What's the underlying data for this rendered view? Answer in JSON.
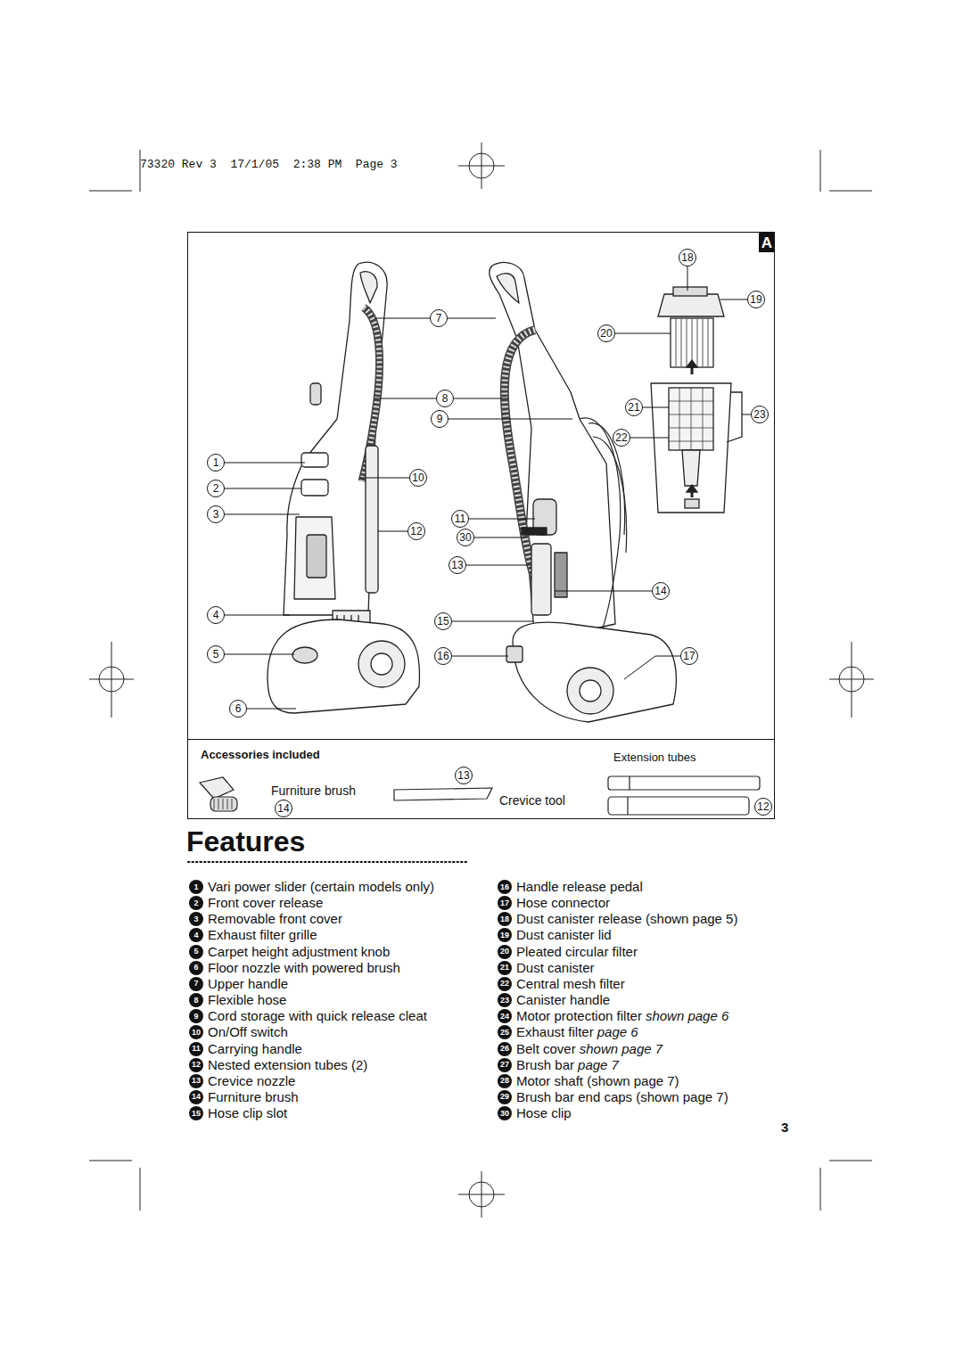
{
  "diagram": {
    "title": "Features",
    "nodes": [
      {
        "text": [
          "A"
        ]
      },
      {
        "text": [
          "18"
        ]
      },
      {
        "text": [
          "19"
        ]
      },
      {
        "text": [
          "7"
        ]
      },
      {
        "text": [
          "20"
        ]
      },
      {
        "text": [
          "8"
        ]
      },
      {
        "text": [
          "21"
        ]
      },
      {
        "text": [
          "23"
        ]
      },
      {
        "text": [
          "9"
        ]
      },
      {
        "text": [
          "22"
        ]
      },
      {
        "text": [
          "1"
        ]
      },
      {
        "text": [
          "10"
        ]
      },
      {
        "text": [
          "2"
        ]
      },
      {
        "text": [
          "3"
        ]
      },
      {
        "text": [
          "11"
        ]
      },
      {
        "text": [
          "12"
        ]
      },
      {
        "text": [
          "30"
        ]
      },
      {
        "text": [
          "13"
        ]
      },
      {
        "text": [
          "14"
        ]
      },
      {
        "text": [
          "4"
        ]
      },
      {
        "text": [
          "15"
        ]
      },
      {
        "text": [
          "5"
        ]
      },
      {
        "text": [
          "16"
        ]
      },
      {
        "text": [
          "17"
        ]
      },
      {
        "text": [
          "6"
        ]
      },
      {
        "text": [
          "13"
        ]
      },
      {
        "text": [
          "14"
        ]
      },
      {
        "text": [
          "12"
        ]
      },
      {
        "text": [
          "1"
        ]
      },
      {
        "text": [
          "2"
        ]
      },
      {
        "text": [
          "3"
        ]
      },
      {
        "text": [
          "4"
        ]
      },
      {
        "text": [
          "5"
        ]
      },
      {
        "text": [
          "6"
        ]
      },
      {
        "text": [
          "7"
        ]
      },
      {
        "text": [
          "8"
        ]
      },
      {
        "text": [
          "9"
        ]
      },
      {
        "text": [
          "10"
        ]
      },
      {
        "text": [
          "11"
        ]
      },
      {
        "text": [
          "12"
        ]
      },
      {
        "text": [
          "13"
        ]
      },
      {
        "text": [
          "14"
        ]
      },
      {
        "text": [
          "15"
        ]
      },
      {
        "text": [
          "16"
        ]
      },
      {
        "text": [
          "17"
        ]
      },
      {
        "text": [
          "18"
        ]
      },
      {
        "text": [
          "19"
        ]
      },
      {
        "text": [
          "20"
        ]
      },
      {
        "text": [
          "21"
        ]
      },
      {
        "text": [
          "22"
        ]
      },
      {
        "text": [
          "23"
        ]
      },
      {
        "text": [
          "24"
        ]
      },
      {
        "text": [
          "25"
        ]
      },
      {
        "text": [
          "26"
        ]
      },
      {
        "text": [
          "27"
        ]
      },
      {
        "text": [
          "28"
        ]
      },
      {
        "text": [
          "29"
        ]
      },
      {
        "text": [
          "30"
        ]
      }
    ],
    "labels": [
      "73320 Rev 3  17/1/05  2:38 PM  Page 3",
      "Accessories included",
      "Extension tubes",
      "Furniture brush",
      "Crevice tool",
      "Vari power slider (certain models only)",
      "Front cover release",
      "Removable front cover",
      "Exhaust filter grille",
      "Carpet height adjustment knob",
      "Floor nozzle with powered brush",
      "Upper handle",
      "Flexible hose",
      "Cord storage with quick release cleat",
      "On/Off switch",
      "Carrying handle",
      "Nested extension tubes (2)",
      "Crevice nozzle",
      "Furniture brush",
      "Hose clip slot",
      "Handle release pedal",
      "Hose connector",
      "Dust canister release (shown page 5)",
      "Dust canister lid",
      "Pleated circular filter",
      "Dust canister",
      "Central mesh filter",
      "Canister handle",
      "Motor protection filter",
      "shown page 6",
      "Exhaust filter",
      "page 6",
      "Belt cover",
      "shown page 7",
      "Brush bar",
      "page 7",
      "Motor shaft (shown page 7)",
      "Brush bar end caps (shown page 7)",
      "Hose clip",
      "3"
    ]
  }
}
